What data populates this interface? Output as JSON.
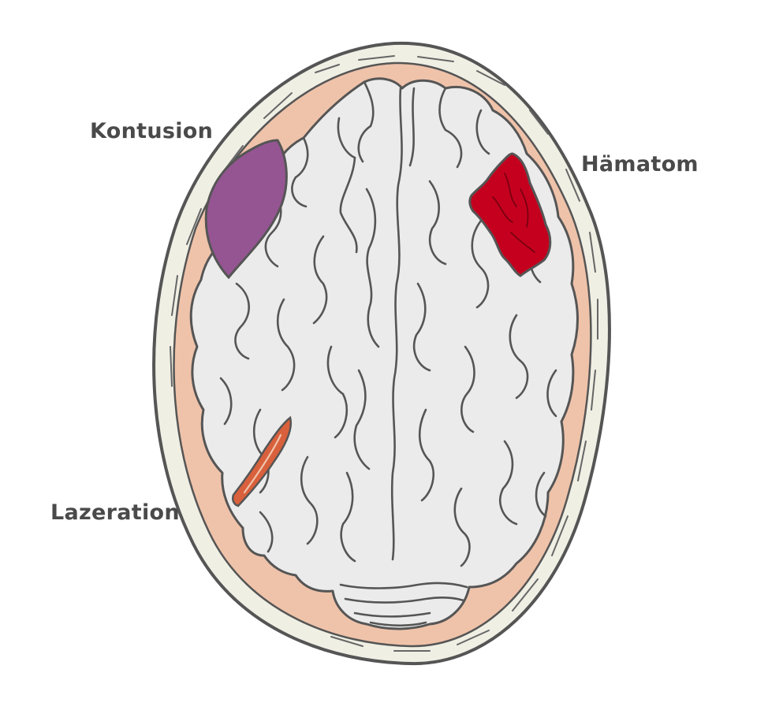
{
  "labels": {
    "contusion": "Kontusion",
    "hematoma": "Hämatom",
    "laceration": "Lazeration"
  },
  "colors": {
    "skull_fill": "#f0efe4",
    "skull_outline": "#555555",
    "dura_fill": "#efc3aa",
    "brain_fill": "#ebebeb",
    "brain_outline": "#555555",
    "contusion": "#955592",
    "hematoma": "#c4001e",
    "laceration": "#d9603c",
    "label_text": "#4a4a4a"
  }
}
